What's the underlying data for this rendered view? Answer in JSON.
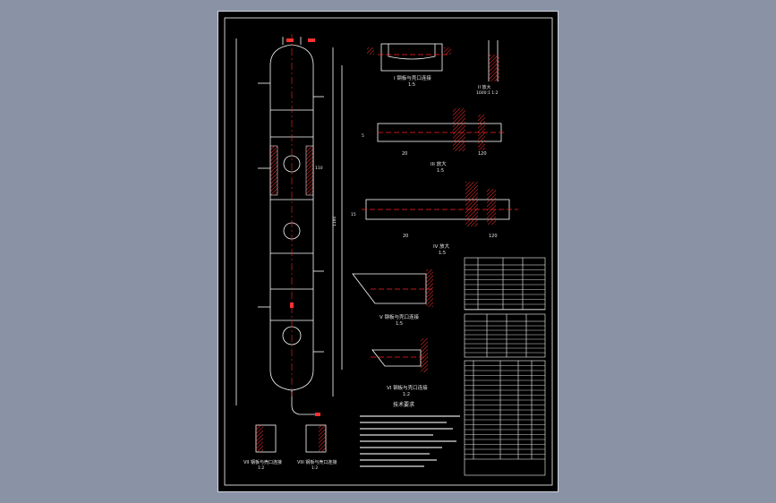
{
  "views": {
    "view1": {
      "caption": "I 钢板与壳口连接",
      "scale": "1:5"
    },
    "view2": {
      "caption": "II 放大",
      "scale": "1000:1 1:2"
    },
    "view3": {
      "caption": "III 放大",
      "scale": "1:5"
    },
    "view4": {
      "caption": "IV 放大",
      "scale": "1:5"
    },
    "view5": {
      "caption": "V 钢板与壳口连接",
      "scale": "1:5"
    },
    "view6": {
      "caption": "VI 钢板与壳口连接",
      "scale": "1:2"
    },
    "view7": {
      "caption": "VII 钢板与壳口连接",
      "scale": "1:2"
    },
    "view8": {
      "caption": "VIII 钢板与壳口连接",
      "scale": "1:2"
    }
  },
  "technical_requirements_title": "技术要求",
  "dimensions": [
    "20",
    "120",
    "20",
    "120",
    "15",
    "5",
    "1180",
    "110"
  ],
  "colors": {
    "lines": "#ffffff",
    "centerline": "#ff2020",
    "hatch": "#ff3030",
    "tag": "#ffff66",
    "background": "#000000",
    "frame": "#8a93a6"
  }
}
